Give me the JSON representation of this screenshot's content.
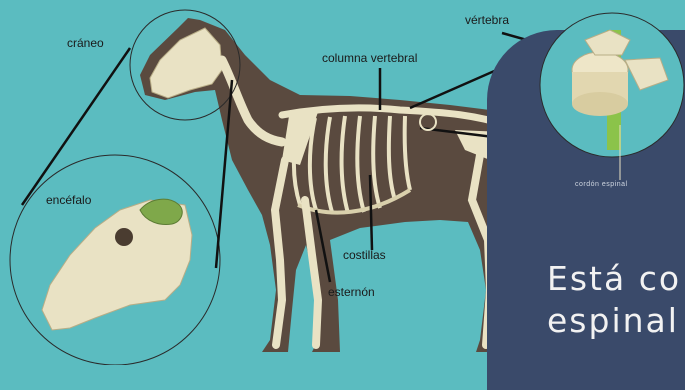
{
  "labels": {
    "craneo": "cráneo",
    "encefalo": "encéfalo",
    "columna_vertebral": "columna vertebral",
    "vertebra": "vértebra",
    "costillas": "costillas",
    "esternon": "esternón",
    "cordon_espinal": "cordón espinal"
  },
  "caption": {
    "line1": "Está co",
    "line2": "espinal"
  },
  "colors": {
    "background": "#5bbcc0",
    "panel": "#3a4a6a",
    "bone": "#e9e2c4",
    "horse_body": "#5a4a3f",
    "nerve": "#7fa84a"
  }
}
